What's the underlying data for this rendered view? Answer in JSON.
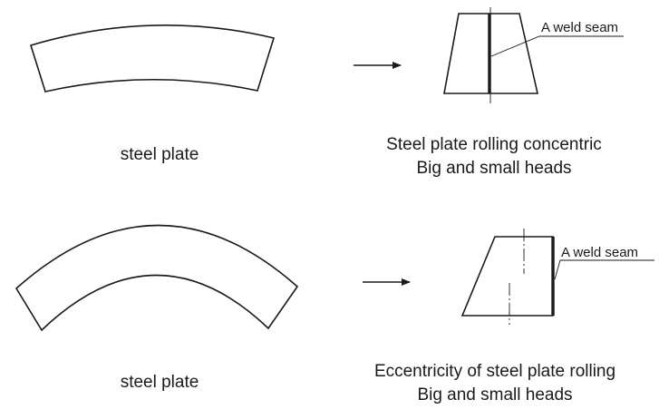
{
  "top_row": {
    "plate_caption": "steel plate",
    "result_caption_line1": "Steel plate rolling concentric",
    "result_caption_line2": "Big and small heads",
    "seam_label": "A weld seam"
  },
  "bottom_row": {
    "plate_caption": "steel plate",
    "result_caption_line1": "Eccentricity of steel plate rolling",
    "result_caption_line2": "Big and small heads",
    "seam_label": "A weld seam"
  },
  "colors": {
    "stroke": "#1a1a1a",
    "background": "#ffffff"
  }
}
